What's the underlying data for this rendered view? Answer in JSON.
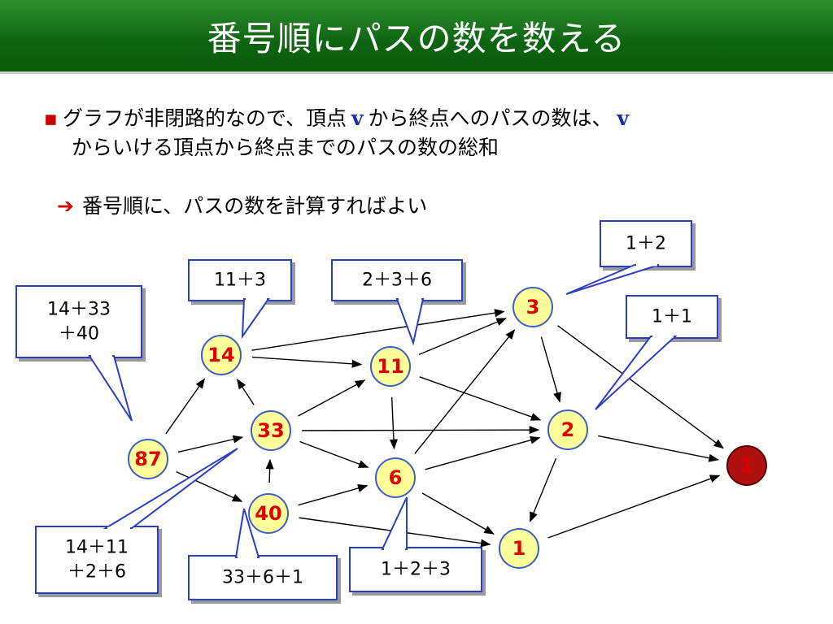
{
  "title": "番号順にパスの数を数える",
  "bullet": {
    "part1": "グラフが非閉路的なので、頂点",
    "var1": "v",
    "part2": "から終点へのパスの数は、",
    "var2": "v",
    "part3": "からいける頂点から終点までのパスの数の総和"
  },
  "conclusion": {
    "arrow": "➔",
    "text": "番号順に、パスの数を計算すればよい"
  },
  "nodes": [
    {
      "id": "n87",
      "label": "87"
    },
    {
      "id": "n14",
      "label": "14"
    },
    {
      "id": "n33",
      "label": "33"
    },
    {
      "id": "n40",
      "label": "40"
    },
    {
      "id": "n11",
      "label": "11"
    },
    {
      "id": "n6",
      "label": "6"
    },
    {
      "id": "n3",
      "label": "3"
    },
    {
      "id": "n2",
      "label": "2"
    },
    {
      "id": "n1a",
      "label": "1"
    },
    {
      "id": "n1sink",
      "label": "1"
    }
  ],
  "callouts": [
    {
      "id": "c87",
      "lines": [
        "14＋33",
        "＋40"
      ]
    },
    {
      "id": "c14",
      "lines": [
        "11＋3"
      ]
    },
    {
      "id": "c11",
      "lines": [
        "2＋3＋6"
      ]
    },
    {
      "id": "c3",
      "lines": [
        "1＋2"
      ]
    },
    {
      "id": "c2",
      "lines": [
        "1＋1"
      ]
    },
    {
      "id": "c33",
      "lines": [
        "14＋11",
        "＋2＋6"
      ]
    },
    {
      "id": "c40",
      "lines": [
        "33＋6＋1"
      ]
    },
    {
      "id": "c6",
      "lines": [
        "1＋2＋3"
      ]
    }
  ],
  "colors": {
    "title_bg": "#0d6410",
    "node_fill": "#ffff99",
    "node_stroke": "#3a5fc8",
    "sink_fill": "#b01010",
    "callout_stroke": "#2a3fc4",
    "number_color": "#e00000",
    "var_color": "#1b2fa8"
  }
}
